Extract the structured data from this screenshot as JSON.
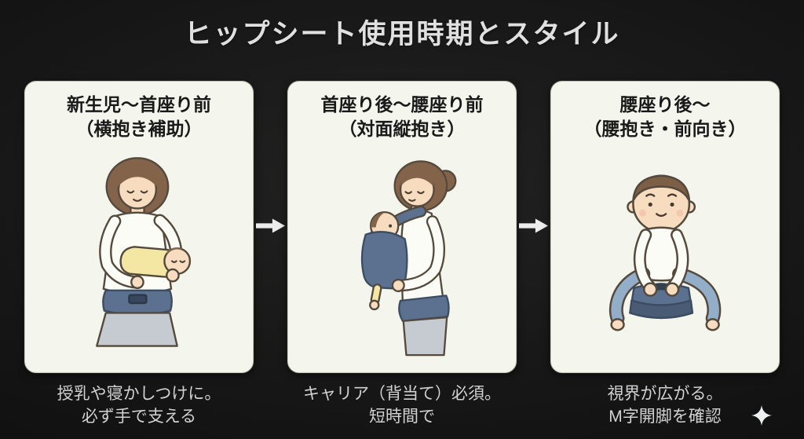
{
  "title": "ヒップシート使用時期とスタイル",
  "panels": [
    {
      "heading_line1": "新生児〜首座り前",
      "heading_line2": "（横抱き補助）",
      "illustration": "mother-cradling-newborn",
      "caption_line1": "授乳や寝かしつけに。",
      "caption_line2": "必ず手で支える"
    },
    {
      "heading_line1": "首座り後〜腰座り前",
      "heading_line2": "（対面縦抱き）",
      "illustration": "mother-carrying-baby-in-carrier",
      "caption_line1": "キャリア（背当て）必須。",
      "caption_line2": "短時間で"
    },
    {
      "heading_line1": "腰座り後〜",
      "heading_line2": "（腰抱き・前向き）",
      "illustration": "baby-sitting-on-hip-seat",
      "caption_line1": "視界が広がる。",
      "caption_line2": "M字開脚を確認"
    }
  ],
  "icons": {
    "arrow": "→",
    "sparkle": "✦"
  },
  "colors": {
    "background": "#141414",
    "panel_background": "#f4f5ec",
    "title_text": "#e0e0e0",
    "heading_text": "#191919",
    "caption_text": "#d2d2d2",
    "arrow": "#ececec",
    "hipseat_navy": "#5c7190",
    "baby_yellow": "#f4e7a4",
    "skin": "#f8dcbf",
    "hair_brown": "#83644a",
    "pants_blue": "#92aec8",
    "skirt_gray": "#c6cad1"
  }
}
